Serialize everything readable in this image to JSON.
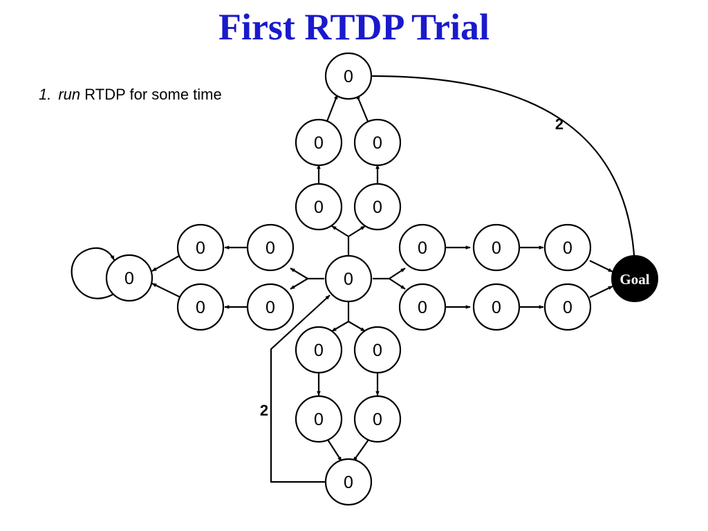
{
  "title": "First RTDP Trial",
  "step": {
    "number": "1.",
    "verb": "run",
    "text": "RTDP for some time"
  },
  "nodes": {
    "top": "0",
    "up_l1": "0",
    "up_r1": "0",
    "up_l2": "0",
    "up_r2": "0",
    "left_t2": "0",
    "left_t1": "0",
    "left_b2": "0",
    "left_b1": "0",
    "left_end": "0",
    "center": "0",
    "right_t1": "0",
    "right_t2": "0",
    "right_t3": "0",
    "right_b1": "0",
    "right_b2": "0",
    "right_b3": "0",
    "down_l1": "0",
    "down_r1": "0",
    "down_l2": "0",
    "down_r2": "0",
    "bottom": "0",
    "goal": "Goal"
  },
  "edge_labels": {
    "top_to_goal": "2",
    "bottom_to_center": "2"
  }
}
